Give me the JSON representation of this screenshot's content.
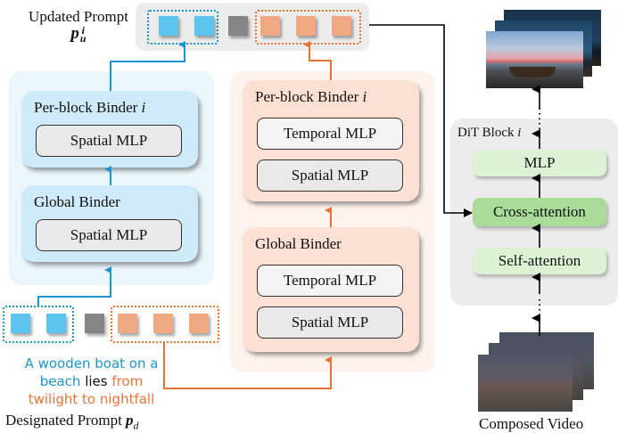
{
  "updated_prompt": {
    "label": "Updated Prompt",
    "symbol": "p",
    "symbol_sub": "u",
    "symbol_sup": "i"
  },
  "designated_prompt": {
    "label": "Designated Prompt",
    "symbol": "p",
    "symbol_sub": "d"
  },
  "prompt_sentence": {
    "line1": "A wooden boat on a",
    "line2_blue": "beach",
    "line2_black": "lies",
    "line2_orange": "from",
    "line3": "twilight to nightfall"
  },
  "tokens": [
    "blue",
    "blue",
    "gray",
    "orange",
    "orange",
    "orange"
  ],
  "spatial_branch": {
    "per_block": {
      "title": "Per-block Binder",
      "index": "i",
      "modules": [
        "Spatial MLP"
      ]
    },
    "global": {
      "title": "Global Binder",
      "modules": [
        "Spatial MLP"
      ]
    }
  },
  "temporal_branch": {
    "per_block": {
      "title": "Per-block Binder",
      "index": "i",
      "modules": [
        "Temporal MLP",
        "Spatial MLP"
      ]
    },
    "global": {
      "title": "Global Binder",
      "modules": [
        "Temporal MLP",
        "Spatial MLP"
      ]
    }
  },
  "dit_block": {
    "title": "DiT Block",
    "index": "i",
    "layers": [
      "MLP",
      "Cross-attention",
      "Self-attention"
    ]
  },
  "composed_video": {
    "label": "Composed Video"
  },
  "colors": {
    "blue": "#1a96d0",
    "orange": "#ea7333",
    "token_blue": "#5bc5ef",
    "token_orange": "#f0a882",
    "token_gray": "#858585",
    "cross_attention": "#a9dc98",
    "dit_layer": "#dcf2d4"
  }
}
